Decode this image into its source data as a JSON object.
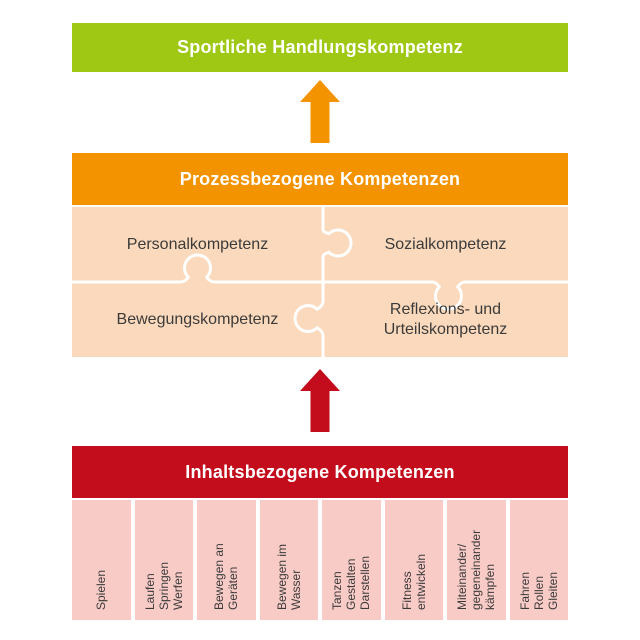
{
  "colors": {
    "green": "#9ec813",
    "orange": "#f49300",
    "dark_red": "#c40d1c",
    "peach": "#fbd9bc",
    "pink": "#f8cbc7",
    "text_dark": "#3b3b3a",
    "banner_text": "#ffffff"
  },
  "top_banner": {
    "label": "Sportliche Handlungskompetenz"
  },
  "process": {
    "banner_label": "Prozessbezogene Kompetenzen",
    "pieces": [
      {
        "label": "Personalkompetenz"
      },
      {
        "label": "Sozialkompetenz"
      },
      {
        "label": "Bewegungskompetenz"
      },
      {
        "label": "Reflexions- und\nUrteilskompetenz"
      }
    ]
  },
  "content": {
    "banner_label": "Inhaltsbezogene Kompetenzen",
    "columns": [
      "Spielen",
      "Laufen\nSpringen\nWerfen",
      "Bewegen an\nGeräten",
      "Bewegen im\nWasser",
      "Tanzen\nGestalten\nDarstellen",
      "Fitness\nentwickeln",
      "Miteinander/\ngegeneinander\nkämpfen",
      "Fahren\nRollen\nGleiten"
    ]
  }
}
